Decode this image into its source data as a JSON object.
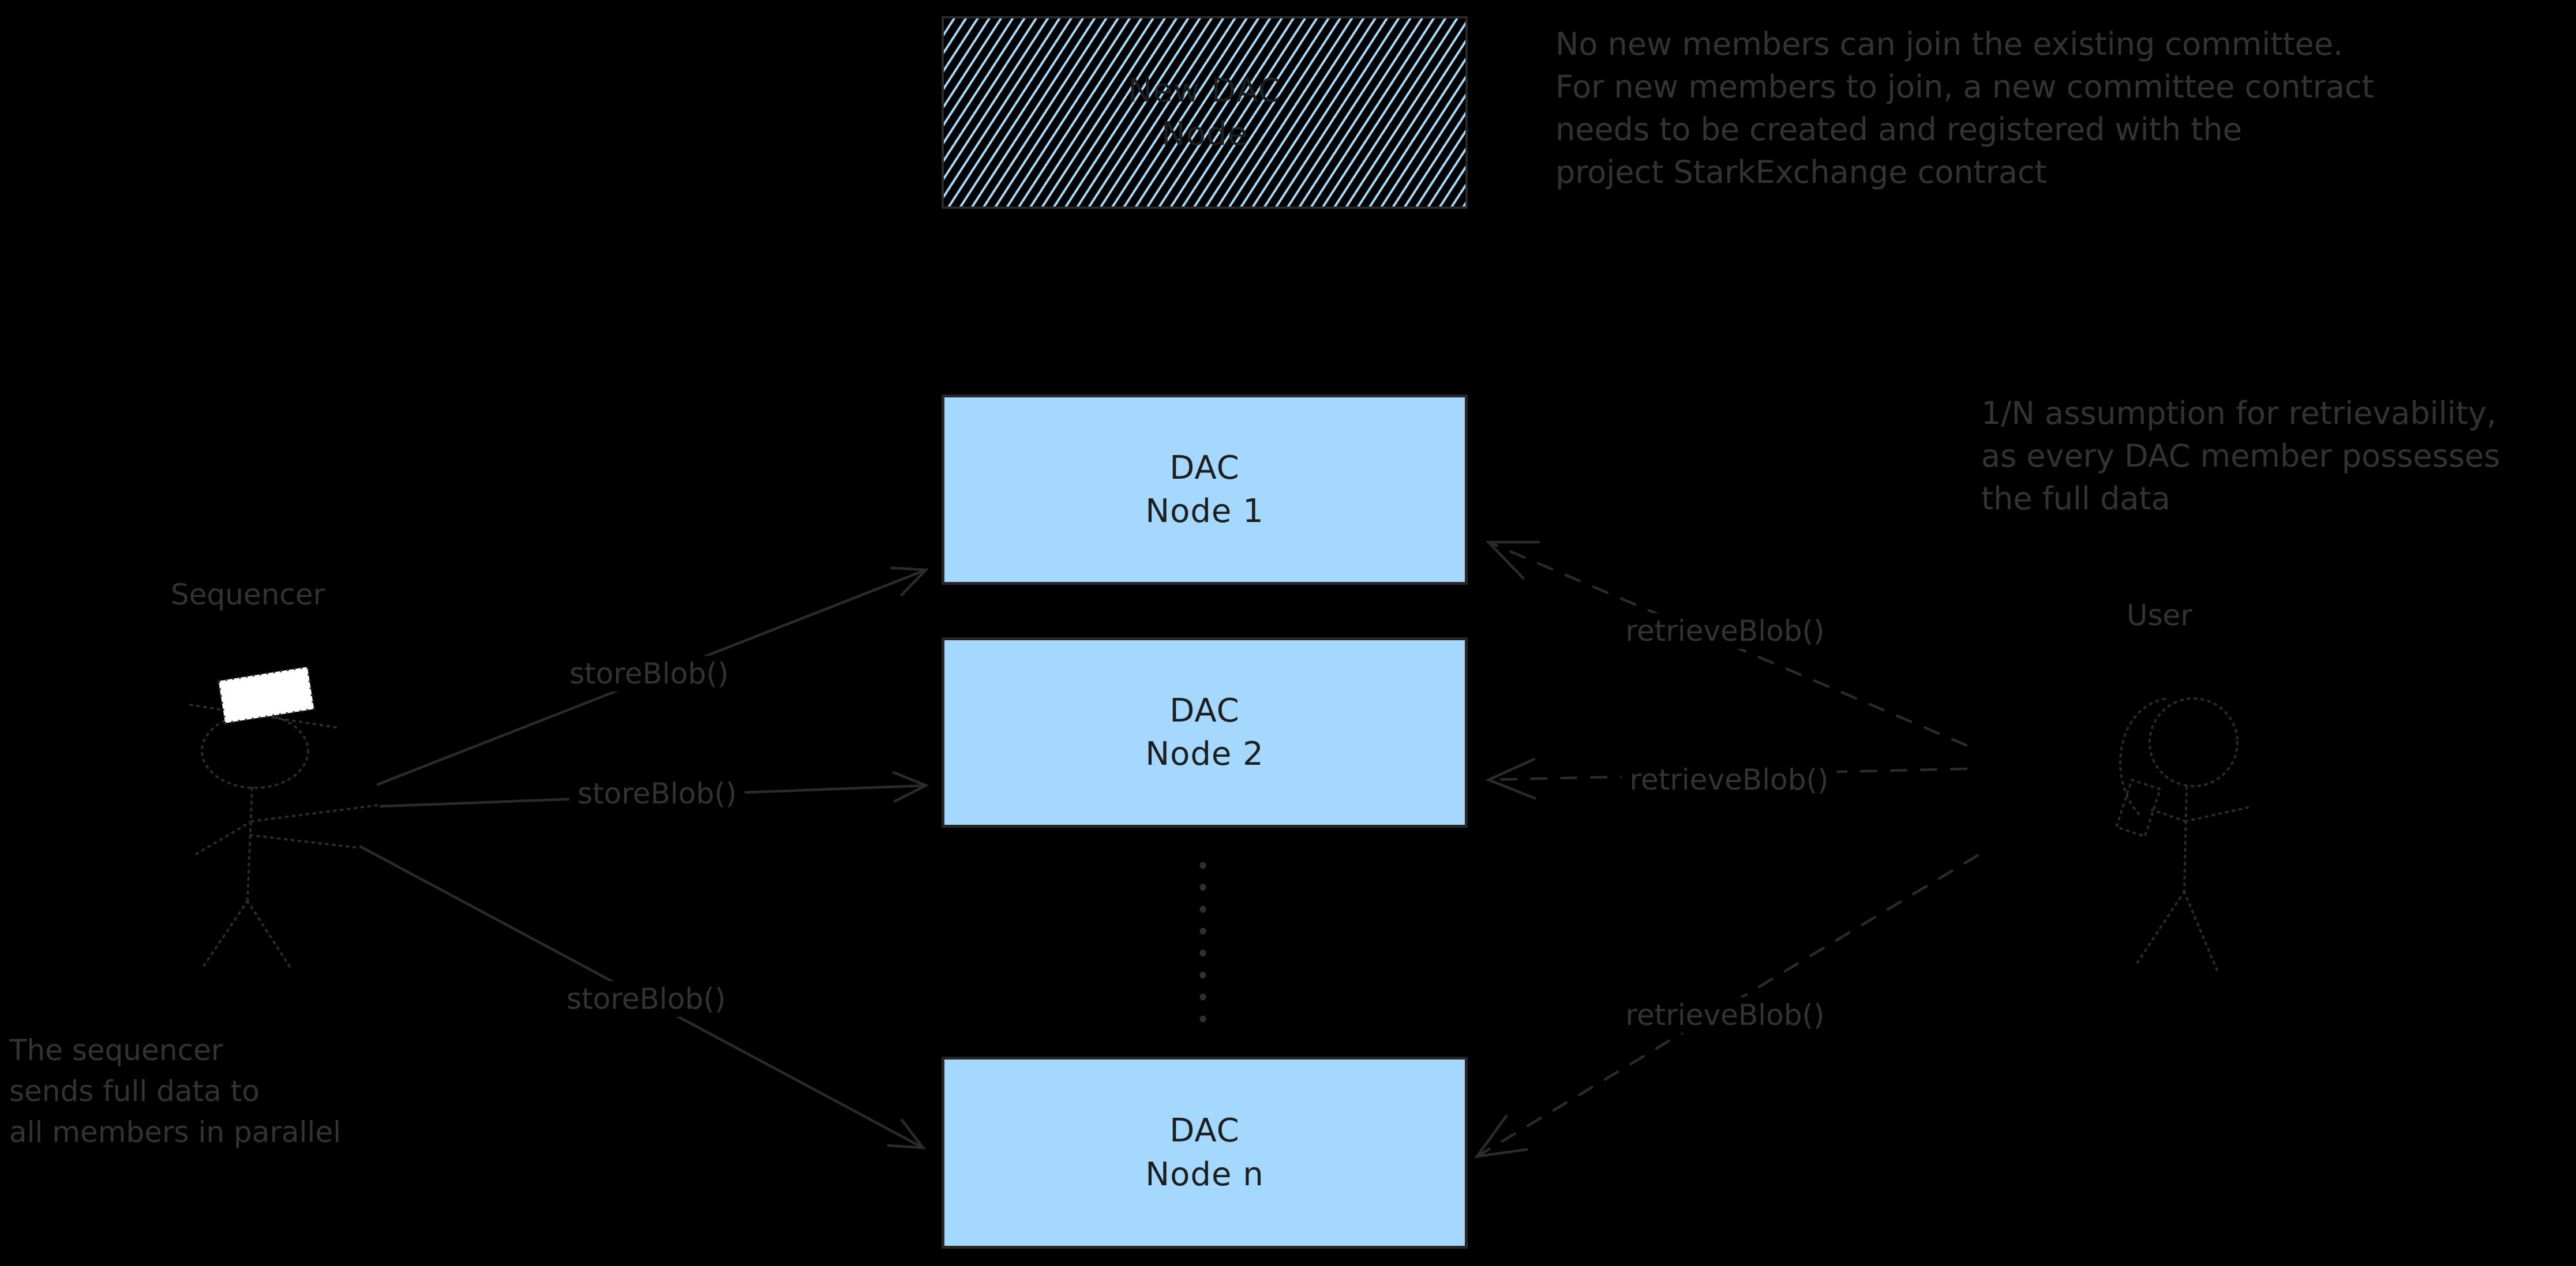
{
  "colors": {
    "background": "#000000",
    "box_fill": "#a5d8ff",
    "hatch_line": "#a5d8ff",
    "sketch_stroke": "#2b2b2b",
    "note_text": "#333333",
    "box_text": "#1e1e1e",
    "visor_fill": "#ffffff"
  },
  "boxes": {
    "new_dac_node": {
      "label": "New DAC\nNode"
    },
    "dac_node_1": {
      "label": "DAC\nNode 1"
    },
    "dac_node_2": {
      "label": "DAC\nNode 2"
    },
    "dac_node_n": {
      "label": "DAC\nNode n"
    }
  },
  "actors": {
    "sequencer_label": "Sequencer",
    "user_label": "User"
  },
  "edge_labels": {
    "store_blob": "storeBlob()",
    "retrieve_blob": "retrieveBlob()"
  },
  "notes": {
    "committee": "No new members can join the existing committee.\nFor new members to join, a new committee contract\nneeds to be created and registered with the\nproject StarkExchange contract",
    "retrievability": "1/N assumption for retrievability,\nas every DAC member possesses\nthe full data",
    "parallel": "The sequencer\nsends full data to\nall members in parallel"
  }
}
